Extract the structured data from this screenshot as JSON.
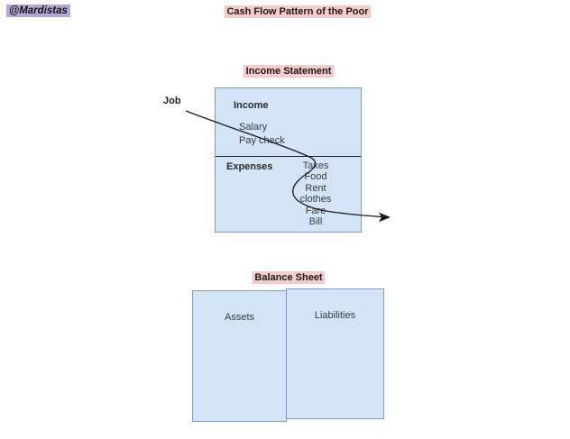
{
  "page": {
    "watermark": "@Mardistas",
    "title": "Cash Flow Pattern of the Poor"
  },
  "colors": {
    "highlight_pink": "#f4cccc",
    "highlight_purple": "#b4a7d6",
    "box_fill": "#d4e4f7",
    "box_border": "#7e9cc7",
    "line_color": "#1a1a1a",
    "text_color": "#333333"
  },
  "flow": {
    "source_label": "Job"
  },
  "income_statement": {
    "label": "Income Statement",
    "income_header": "Income",
    "income_items": [
      "Salary",
      "Pay check"
    ],
    "expenses_header": "Expenses",
    "expense_items": [
      "Taxes",
      "Food",
      "Rent",
      "clothes",
      "Fare",
      "Bill"
    ]
  },
  "balance_sheet": {
    "label": "Balance Sheet",
    "left_header": "Assets",
    "right_header": "Liabilities"
  }
}
